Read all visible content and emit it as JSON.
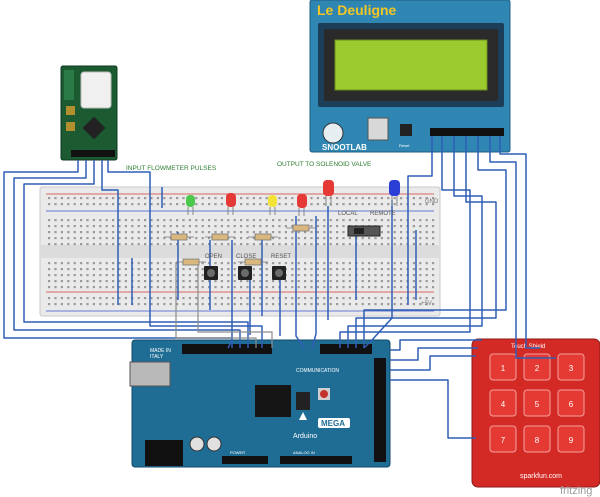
{
  "annotations": {
    "input_flowmeter": "INPUT FLOWMETER PULSES",
    "output_solenoid": "OUTPUT TO SOLENOID VALVE",
    "gnd": "GND",
    "plus5v": "+5V",
    "local": "LOCAL",
    "remote": "REMOTE",
    "open": "OPEN",
    "close": "CLOSE",
    "reset": "RESET"
  },
  "lcd_shield": {
    "brand": "Le Deuligne",
    "maker": "SNOOTLAB",
    "reset_label": "Reset"
  },
  "arduino": {
    "made_in": "MADE IN",
    "italy": "ITALY",
    "communication": "COMMUNICATION",
    "mega": "MEGA",
    "brand": "Arduino",
    "power": "POWER",
    "analog_in": "ANALOG IN"
  },
  "touch_shield": {
    "title": "Touch Shield",
    "keys": [
      "1",
      "2",
      "3",
      "4",
      "5",
      "6",
      "7",
      "8",
      "9"
    ],
    "brand": "sparkfun.com"
  },
  "watermark": "fritzing",
  "colors": {
    "wire": "#2e5eb5",
    "wire_gray": "#8c8c8c",
    "breadboard": "#e9e9e9",
    "arduino": "#1f6d95",
    "touch": "#d42a26",
    "lcd_frame": "#2f86b3",
    "lcd_screen": "#9ccb2f",
    "wifi_board": "#1c5a32"
  }
}
